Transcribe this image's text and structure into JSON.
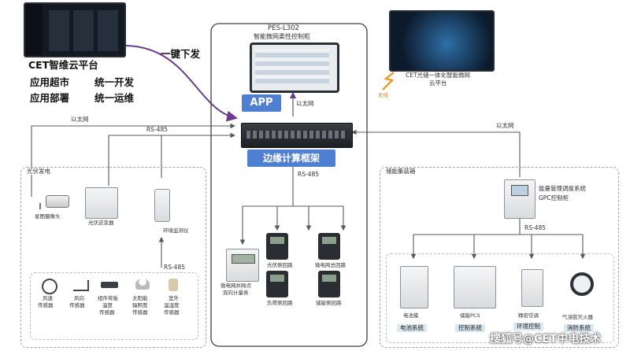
{
  "cloud_platform": {
    "title": "CET智维云平台",
    "features": [
      "应用超市",
      "统一开发",
      "应用部署",
      "统一运维"
    ]
  },
  "one_click_label": "一键下发",
  "cabinet": {
    "model": "PES-L302",
    "name": "智能微网柔性控制柜",
    "app_label": "APP",
    "app_link_label": "以太网",
    "edge_label": "边缘计算框架",
    "rs485_label": "RS-485"
  },
  "storage_cloud": {
    "line1": "CET光储一体化智能微网",
    "line2": "云平台",
    "wireless_label": "无线"
  },
  "links": {
    "ethernet_left": "以太网",
    "rs485_left": "RS-485",
    "ethernet_right": "以太网"
  },
  "pv_group": {
    "title": "光伏发电",
    "camera": "星图摄像头",
    "inverter": "光伏逆变器",
    "env_monitor": "环境监测仪",
    "rs485": "RS-485",
    "sensors": [
      {
        "line1": "风速",
        "line2": "传感器"
      },
      {
        "line1": "风向",
        "line2": "传感器"
      },
      {
        "line1": "组件背板",
        "line2": "温度",
        "line3": "传感器"
      },
      {
        "line1": "太阳能",
        "line2": "辐照度",
        "line3": "传感器"
      },
      {
        "line1": "室外",
        "line2": "温湿度",
        "line3": "传感器"
      }
    ]
  },
  "meters": {
    "grid_meter": {
      "line1": "微电网并网点",
      "line2": "双向计量表"
    },
    "pv_loop": "光伏侧回路",
    "grid_loop": "微电网总回路",
    "load_loop": "负荷侧回路",
    "storage_loop": "储能侧回路"
  },
  "storage_group": {
    "title": "储能集装箱",
    "gpc_line1": "能量管理调度系统",
    "gpc_line2": "GPC控制柜",
    "rs485": "RS-485",
    "items": [
      {
        "name": "电池簇",
        "system": "电池系统"
      },
      {
        "name": "储能PCS",
        "system": "控制系统"
      },
      {
        "name": "精密空调",
        "system": "环境控制"
      },
      {
        "name": "气溶胶灭火器",
        "system": "消防系统"
      }
    ]
  },
  "watermark": "搜狐号@CET中电技术",
  "colors": {
    "accent_blue": "#4f7fd0",
    "purple_arrow": "#6a3b8f",
    "wireless_orange": "#e79a2a",
    "wire": "#555a60"
  }
}
